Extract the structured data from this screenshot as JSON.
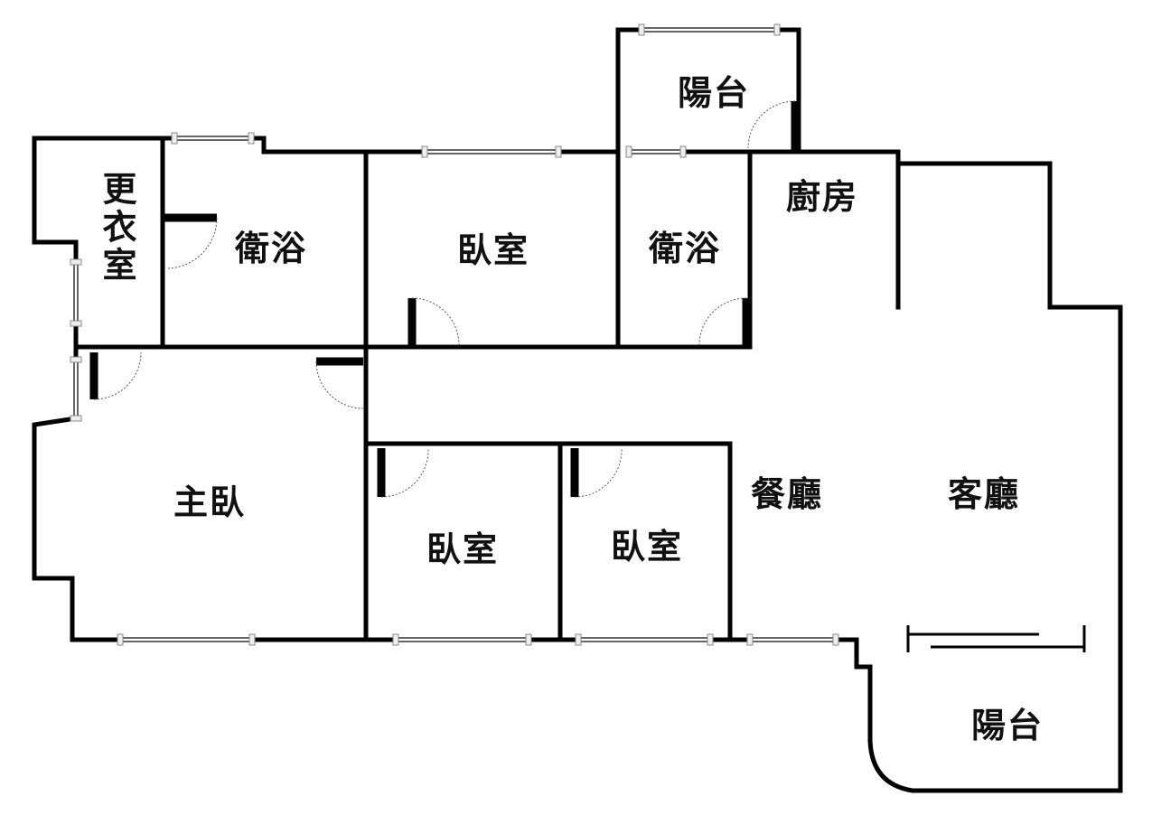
{
  "floorplan": {
    "rooms": {
      "changing_room": "更衣室",
      "bath_left": "衛浴",
      "bedroom_top": "臥室",
      "bath_right": "衛浴",
      "balcony_top": "陽台",
      "kitchen": "廚房",
      "master_bedroom": "主臥",
      "bedroom_bottom_left": "臥室",
      "bedroom_bottom_right": "臥室",
      "dining_room": "餐廳",
      "living_room": "客廳",
      "balcony_bottom": "陽台"
    }
  }
}
